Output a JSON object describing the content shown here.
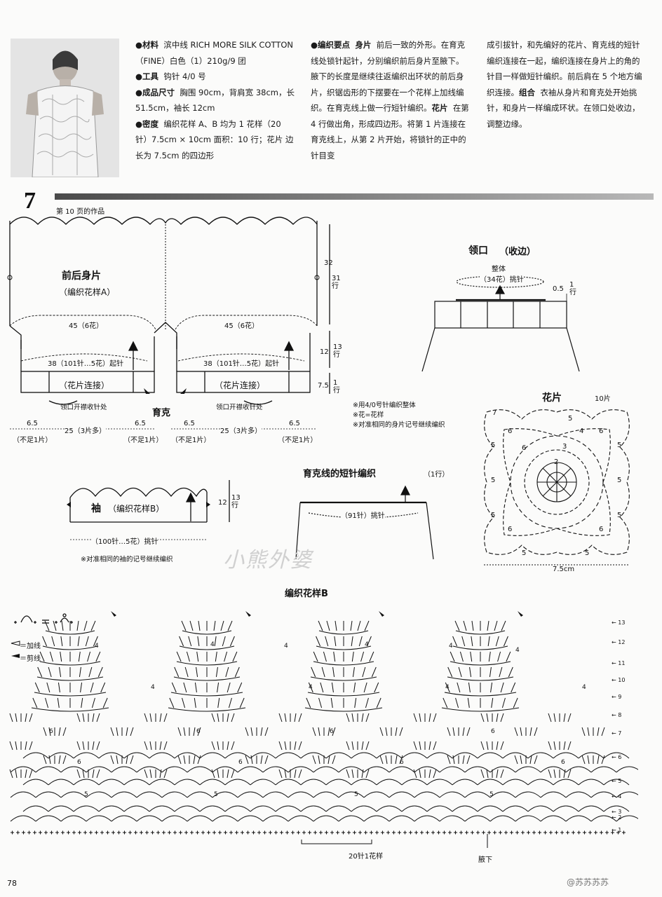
{
  "top_text": {
    "col1": [
      {
        "label": "●材料",
        "text": "滨中线 RICH MORE SILK COTTON（FINE）白色（1）210g/9 团"
      },
      {
        "label": "●工具",
        "text": "钩针 4/0 号"
      },
      {
        "label": "●成品尺寸",
        "text": "胸围 90cm，背肩宽 38cm，长 51.5cm，袖长 12cm"
      },
      {
        "label": "●密度",
        "text": "编织花样 A、B 均为 1 花样（20 针）7.5cm × 10cm 面积：10 行；花片 边长为 7.5cm 的四边形"
      }
    ],
    "col2": {
      "label": "●编织要点",
      "sub": "身片",
      "text": "前后一致的外形。在育克线处锁针起针，分别编织前后身片至腋下。腋下的长度是继续往返编织出环状的前后身片，织锯齿形的下摆要在一个花样上加线编织。在育克线上做一行短针编织。",
      "sub2": "花片",
      "text2": "在第 4 行做出角，形成四边形。将第 1 片连接在育克线上，从第 2 片开始，将锁针的正中的针目变"
    },
    "col3": {
      "text": "成引拔针，和先编好的花片、育克线的短针编织连接在一起，编织连接在身片上的角的针目一样做短针编织。前后肩在 5 个地方编织连接。",
      "sub": "组合",
      "text2": "衣袖从身片和育克处开始挑针，和身片一样编成环状。在领口处收边，调整边缘。"
    }
  },
  "section": {
    "number": "7",
    "subtitle": "第 10 页的作品"
  },
  "body_diagram": {
    "title": "前后身片",
    "pattern": "（编织花样A）",
    "width_label_left": "45（6花）",
    "width_label_right": "45（6花）",
    "cast_on_left": "38（101针…5花）起针",
    "cast_on_right": "38（101针…5花）起针",
    "motif_join": "（花片连接）",
    "neck_dec": "领口开襟收针处",
    "yoke": "育克",
    "dim_32": "32",
    "dim_31_rows": "31行",
    "dim_12": "12",
    "dim_13_rows": "13行",
    "dim_75": "7.5",
    "dim_1_row": "1行",
    "bottom": [
      {
        "top": "6.5",
        "bot": "（不足1片）"
      },
      {
        "top": "25（3片多）",
        "bot": ""
      },
      {
        "top": "6.5",
        "bot": "（不足1片）"
      },
      {
        "top": "6.5",
        "bot": "（不足1片）"
      },
      {
        "top": "25（3片多）",
        "bot": ""
      },
      {
        "top": "6.5",
        "bot": "（不足1片）"
      }
    ]
  },
  "collar": {
    "title": "领口",
    "sub": "（收边）",
    "whole": "整体",
    "pick": "（34花）挑针",
    "dim": "0.5",
    "rows": "1行"
  },
  "notes": [
    "※用4/0号针编织整体",
    "※花=花样",
    "※对准相同的身片记号继续编织"
  ],
  "motif": {
    "title": "花片",
    "count": "10片",
    "size": "7.5cm"
  },
  "sleeve": {
    "title": "袖",
    "pattern": "（编织花样B）",
    "dim": "12",
    "rows": "13行",
    "pick": "（100针…5花）挑针",
    "note": "※对准相同的袖的记号继续编织"
  },
  "yoke_sc": {
    "title": "育克线的短针编织",
    "rows": "（1行）",
    "pick": "（91针）挑针"
  },
  "pattern_b": {
    "title": "编织花样B",
    "legend_add": "＝加线",
    "legend_cut": "＝剪线",
    "repeat": "20针1花样",
    "underarm": "腋下",
    "row_numbers": [
      "13",
      "12",
      "11",
      "10",
      "9",
      "8",
      "7",
      "6",
      "5",
      "4",
      "3",
      "2",
      "1"
    ]
  },
  "page_number": "78",
  "watermark": "小熊外婆",
  "weibo": "@苏苏苏苏"
}
